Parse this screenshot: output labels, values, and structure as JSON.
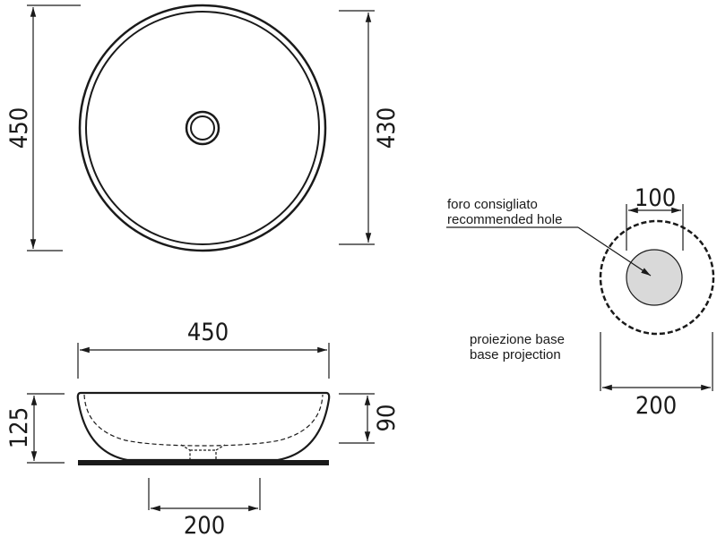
{
  "top_view": {
    "outer_diameter": "450",
    "inner_diameter": "430"
  },
  "side_view": {
    "width": "450",
    "height": "125",
    "basin_depth": "90",
    "base_width": "200"
  },
  "base_detail": {
    "hole_diameter": "100",
    "base_diameter": "200",
    "hole_label_it": "foro consigliato",
    "hole_label_en": "recommended hole",
    "base_label_it": "proiezione base",
    "base_label_en": "base projection",
    "hole_fill_color": "#d9d9d9"
  }
}
